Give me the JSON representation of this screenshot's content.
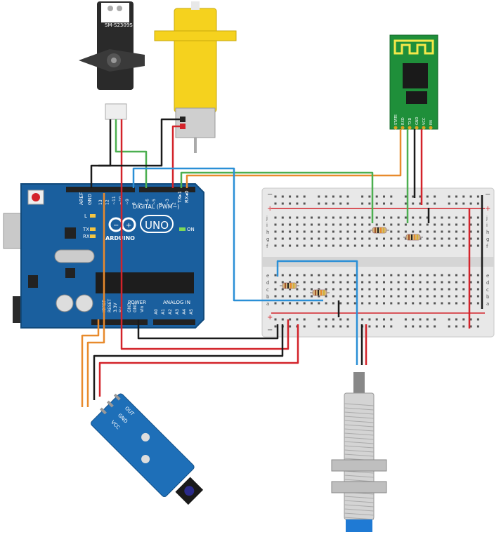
{
  "servo": {
    "model": "SM-S2309S"
  },
  "arduino": {
    "brand": "ARDUINO",
    "model": "UNO",
    "labels": {
      "aref": "AREF",
      "gnd": "GND",
      "digital": "DIGITAL (PWM~)",
      "power": "POWER",
      "analog": "ANALOG IN",
      "on": "ON",
      "l": "L",
      "tx": "TX",
      "rx": "RX",
      "ioref": "IOREF",
      "reset": "RESET",
      "v33": "3.3V",
      "v5": "5V",
      "vin": "Vin",
      "txpin": "TX▸1",
      "rxpin": "RX◂0"
    },
    "digital_pins": [
      "13",
      "12",
      "~11",
      "~10",
      "~9",
      "8",
      "7",
      "~6",
      "~5",
      "4",
      "~3",
      "2",
      "1",
      "0"
    ],
    "analog_pins": [
      "A0",
      "A1",
      "A2",
      "A3",
      "A4",
      "A5"
    ]
  },
  "bluetooth": {
    "pins": [
      "STATE",
      "RXD",
      "TXD",
      "GND",
      "VCC",
      "EN"
    ]
  },
  "breadboard": {
    "row_labels_top": [
      "j",
      "i",
      "h",
      "g",
      "f"
    ],
    "row_labels_bottom": [
      "e",
      "d",
      "c",
      "b",
      "a"
    ],
    "plus": "+",
    "minus": "−"
  },
  "ir_sensor": {
    "pins": [
      "OUT",
      "GND",
      "VCC"
    ]
  },
  "colors": {
    "arduino_blue": "#1a5f9e",
    "wire_red": "#d3232a",
    "wire_black": "#1a1a1a",
    "wire_green": "#4caf50",
    "wire_blue": "#2a8fd6",
    "wire_orange": "#e88a2c",
    "motor_yellow": "#f5d21e",
    "bt_green": "#1f8f3a",
    "sensor_blue": "#1e6fb8"
  }
}
